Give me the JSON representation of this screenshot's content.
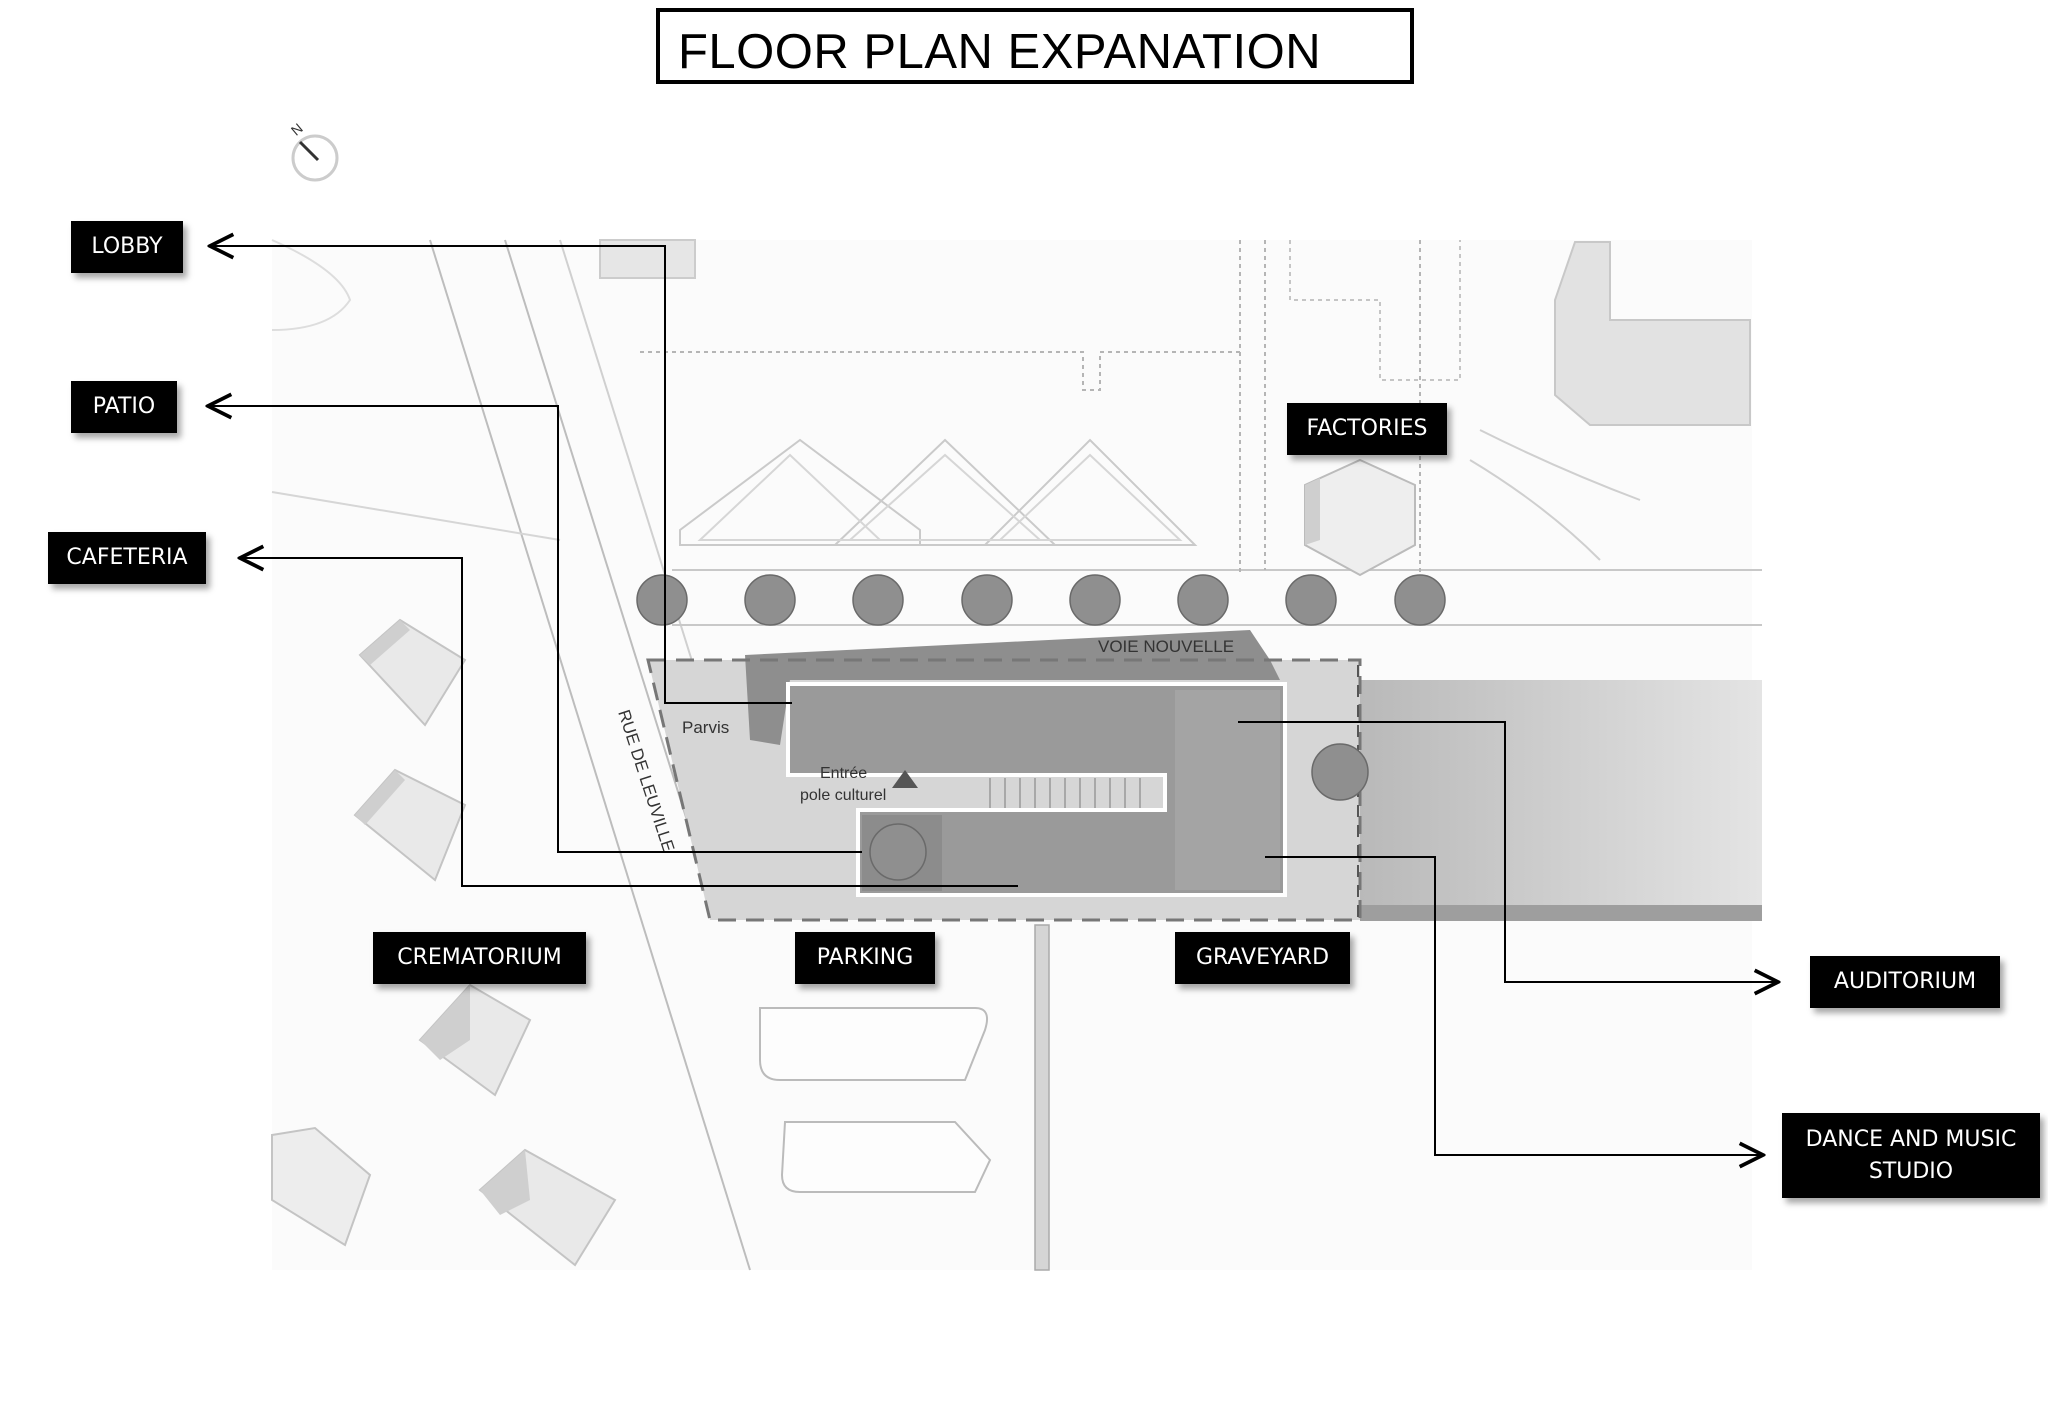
{
  "title": "FLOOR PLAN EXPANATION",
  "compass": {
    "letter": "N"
  },
  "plan_labels": {
    "street_east_west": "VOIE NOUVELLE",
    "street_side": "RUE DE LEUVILLE",
    "parvis": "Parvis",
    "entrance_line1": "Entrée",
    "entrance_line2": "pole culturel"
  },
  "callouts": {
    "lobby": "LOBBY",
    "patio": "PATIO",
    "cafeteria": "CAFETERIA",
    "factories": "FACTORIES",
    "crematorium": "CREMATORIUM",
    "parking": "PARKING",
    "graveyard": "GRAVEYARD",
    "auditorium": "AUDITORIUM",
    "dance_studio_line1": "DANCE AND MUSIC",
    "dance_studio_line2": "STUDIO"
  },
  "colors": {
    "label_bg": "#000000",
    "label_text": "#ffffff",
    "building": "#8a8a8a",
    "site": "#cfcfcf"
  }
}
